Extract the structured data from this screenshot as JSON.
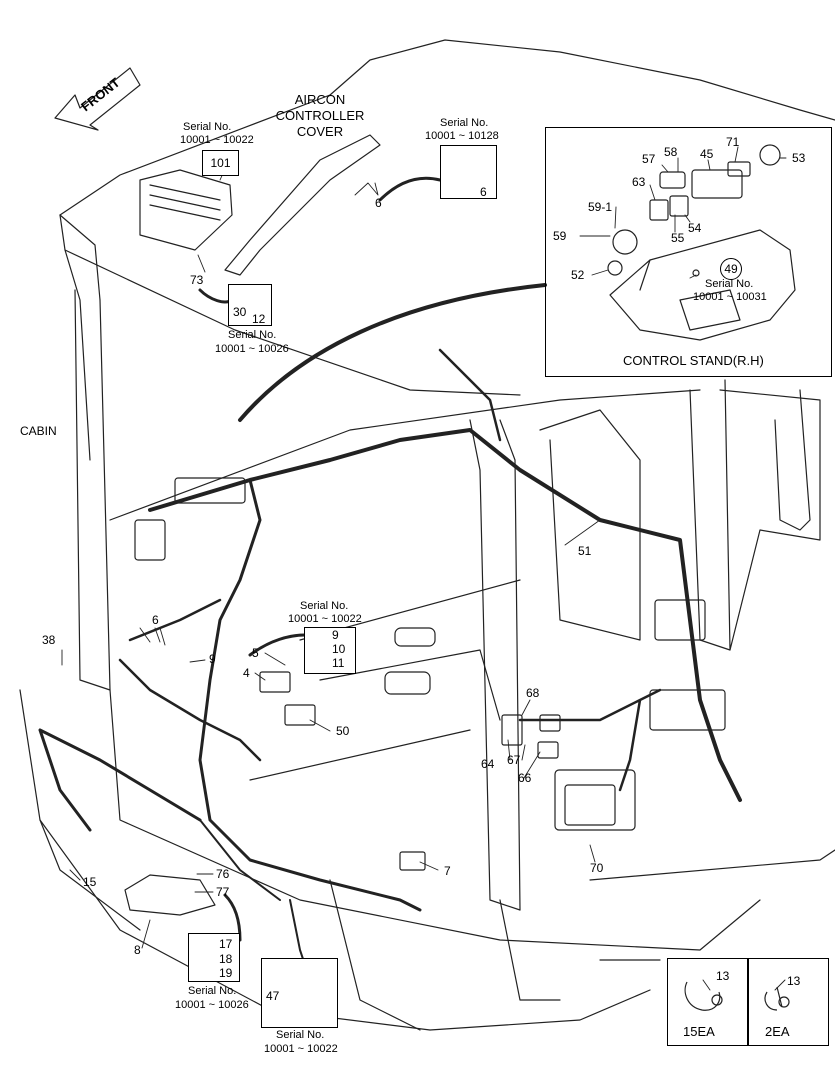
{
  "labels": {
    "front": "FRONT",
    "aircon_line1": "AIRCON",
    "aircon_line2": "CONTROLLER",
    "aircon_line3": "COVER",
    "cabin": "CABIN",
    "control_stand": "CONTROL STAND(R.H)",
    "qty_15": "15EA",
    "qty_2": "2EA"
  },
  "serials": {
    "s1_title": "Serial No.",
    "s1_range": "10001 ~ 10022",
    "s2_title": "Serial No.",
    "s2_range": "10001 ~ 10128",
    "s3_title": "Serial No.",
    "s3_range": "10001 ~ 10031",
    "s4_title": "Serial No.",
    "s4_range": "10001 ~ 10026",
    "s5_title": "Serial No.",
    "s5_range": "10001 ~ 10022",
    "s6_title": "Serial No.",
    "s6_range": "10001 ~ 10026",
    "s7_title": "Serial No.",
    "s7_range": "10001 ~ 10022"
  },
  "parts": {
    "p101": "101",
    "p6a": "6",
    "p6b": "6",
    "p73": "73",
    "p30": "30",
    "p12": "12",
    "p58": "58",
    "p57": "57",
    "p45": "45",
    "p71": "71",
    "p53": "53",
    "p63": "63",
    "p59_1": "59-1",
    "p59": "59",
    "p55": "55",
    "p54": "54",
    "p52": "52",
    "p49": "49",
    "p51": "51",
    "p6c": "6",
    "p9a": "9",
    "p9b": "9",
    "p10": "10",
    "p11": "11",
    "p5": "5",
    "p4": "4",
    "p50": "50",
    "p38": "38",
    "p68": "68",
    "p64": "64",
    "p67": "67",
    "p66": "66",
    "p70": "70",
    "p7": "7",
    "p15": "15",
    "p76": "76",
    "p77": "77",
    "p8": "8",
    "p17": "17",
    "p18": "18",
    "p19": "19",
    "p47": "47",
    "p13a": "13",
    "p13b": "13"
  }
}
